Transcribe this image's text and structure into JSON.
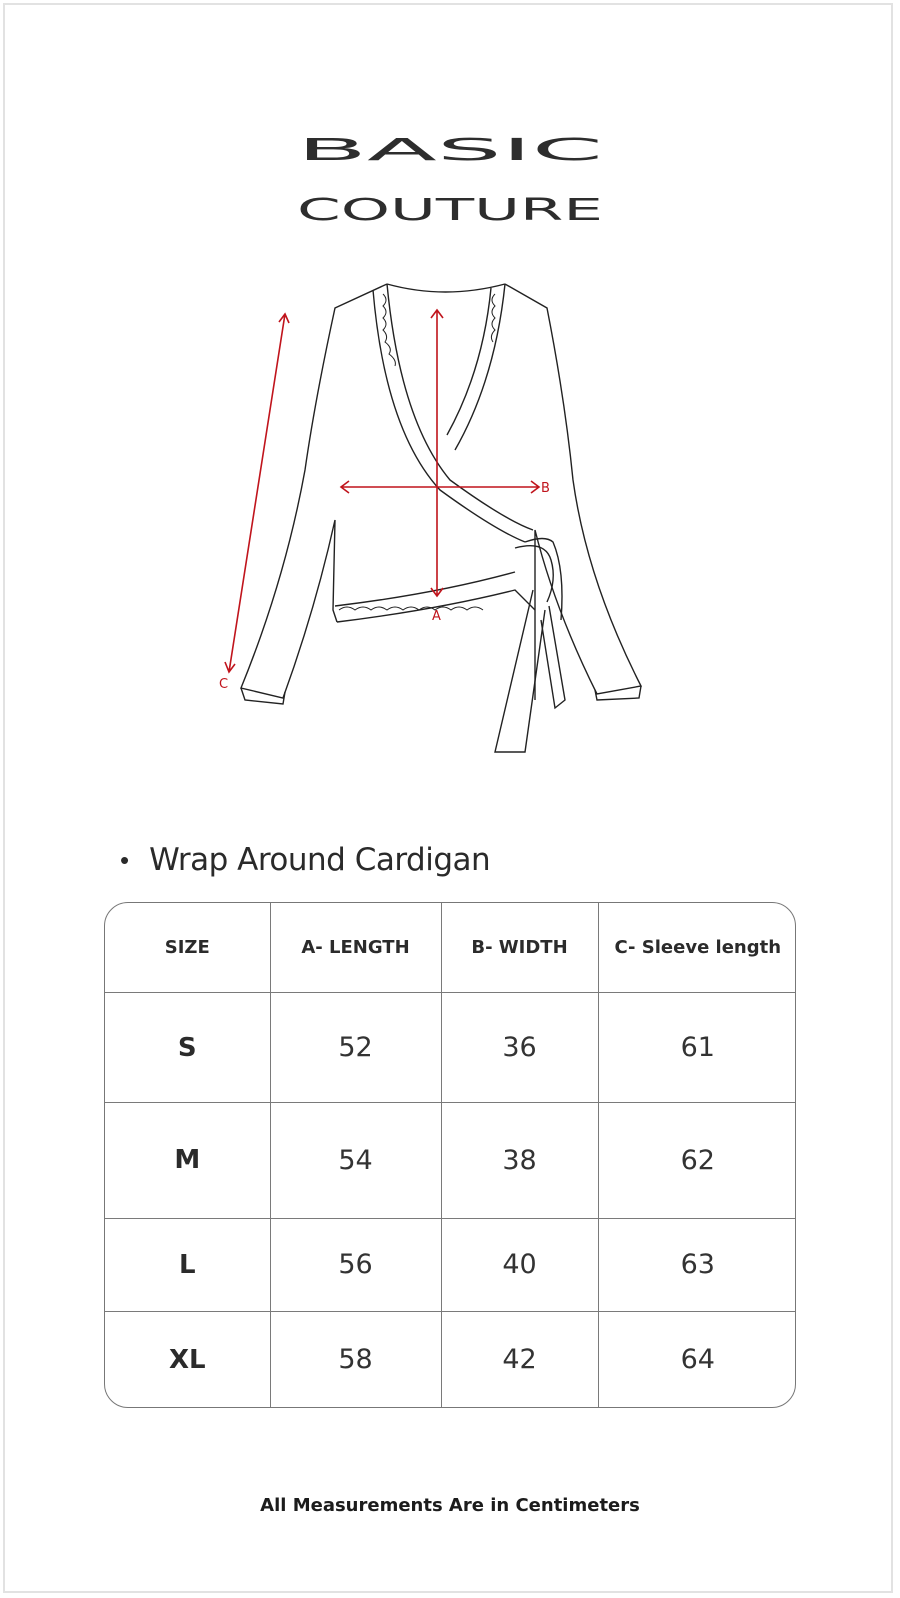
{
  "brand": {
    "line1": "BASIC",
    "line2": "COUTURE"
  },
  "diagram": {
    "label_a": "A",
    "label_b": "B",
    "label_c": "C",
    "accent_color": "#c0141c"
  },
  "product": {
    "bullet": "•",
    "title": "Wrap Around Cardigan"
  },
  "table": {
    "headers": [
      "SIZE",
      "A- LENGTH",
      "B- WIDTH",
      "C- Sleeve length"
    ],
    "rows": [
      [
        "S",
        "52",
        "36",
        "61"
      ],
      [
        "M",
        "54",
        "38",
        "62"
      ],
      [
        "L",
        "56",
        "40",
        "63"
      ],
      [
        "XL",
        "58",
        "42",
        "64"
      ]
    ]
  },
  "footer": "All Measurements Are in Centimeters"
}
